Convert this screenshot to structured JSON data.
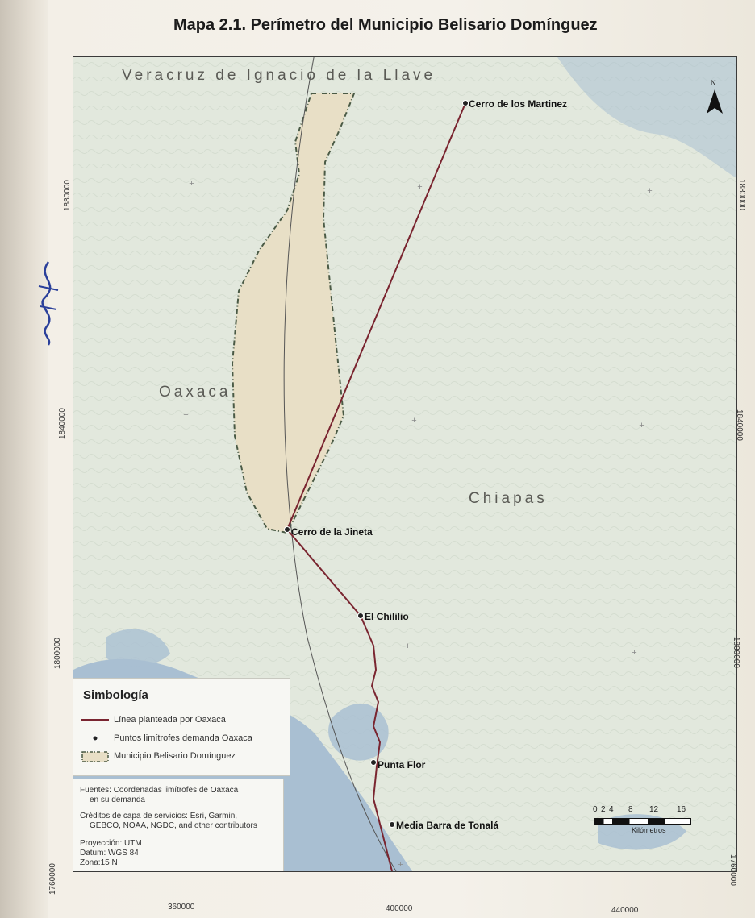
{
  "title": "Mapa 2.1. Perímetro del Municipio Belisario Domínguez",
  "regions": {
    "veracruz": "Veracruz de Ignacio de la Llave",
    "oaxaca": "Oaxaca",
    "chiapas": "Chiapas"
  },
  "points": [
    {
      "id": "cerro-martinez",
      "label": "Cerro de los Martinez"
    },
    {
      "id": "cerro-jineta",
      "label": "Cerro de la Jineta"
    },
    {
      "id": "el-chilillo",
      "label": "El Chililio"
    },
    {
      "id": "punta-flor",
      "label": "Punta Flor"
    },
    {
      "id": "media-barra",
      "label": "Media Barra de Tonalá"
    }
  ],
  "north_label": "N",
  "coords": {
    "left": [
      "1880000",
      "1840000",
      "1800000",
      "1760000"
    ],
    "right": [
      "1880000",
      "1840000",
      "1800000",
      "1760000"
    ],
    "bottom": [
      "360000",
      "400000",
      "440000"
    ]
  },
  "legend": {
    "title": "Simbología",
    "items": [
      {
        "label": "Línea planteada por Oaxaca"
      },
      {
        "label": "Puntos limítrofes demanda Oaxaca"
      },
      {
        "label": "Municipio Belisario Domínguez"
      }
    ]
  },
  "sources": {
    "line1": "Fuentes: Coordenadas limítrofes de Oaxaca",
    "line2": "en su demanda",
    "line3": "Créditos de capa de servicios: Esri, Garmin,",
    "line4": "GEBCO, NOAA, NGDC, and other contributors",
    "line5": "Proyección: UTM",
    "line6": "Datum: WGS 84",
    "line7": "Zona:15 N"
  },
  "scale": {
    "ticks": [
      "0",
      "2",
      "4",
      "8",
      "12",
      "16"
    ],
    "unit": "Kilómetros"
  },
  "colors": {
    "oaxaca_line": "#7a2530",
    "municipio_fill": "#e8dfc6",
    "municipio_border": "#4a5a45",
    "water": "#a9bfd2",
    "land": "#e2e8dd"
  }
}
